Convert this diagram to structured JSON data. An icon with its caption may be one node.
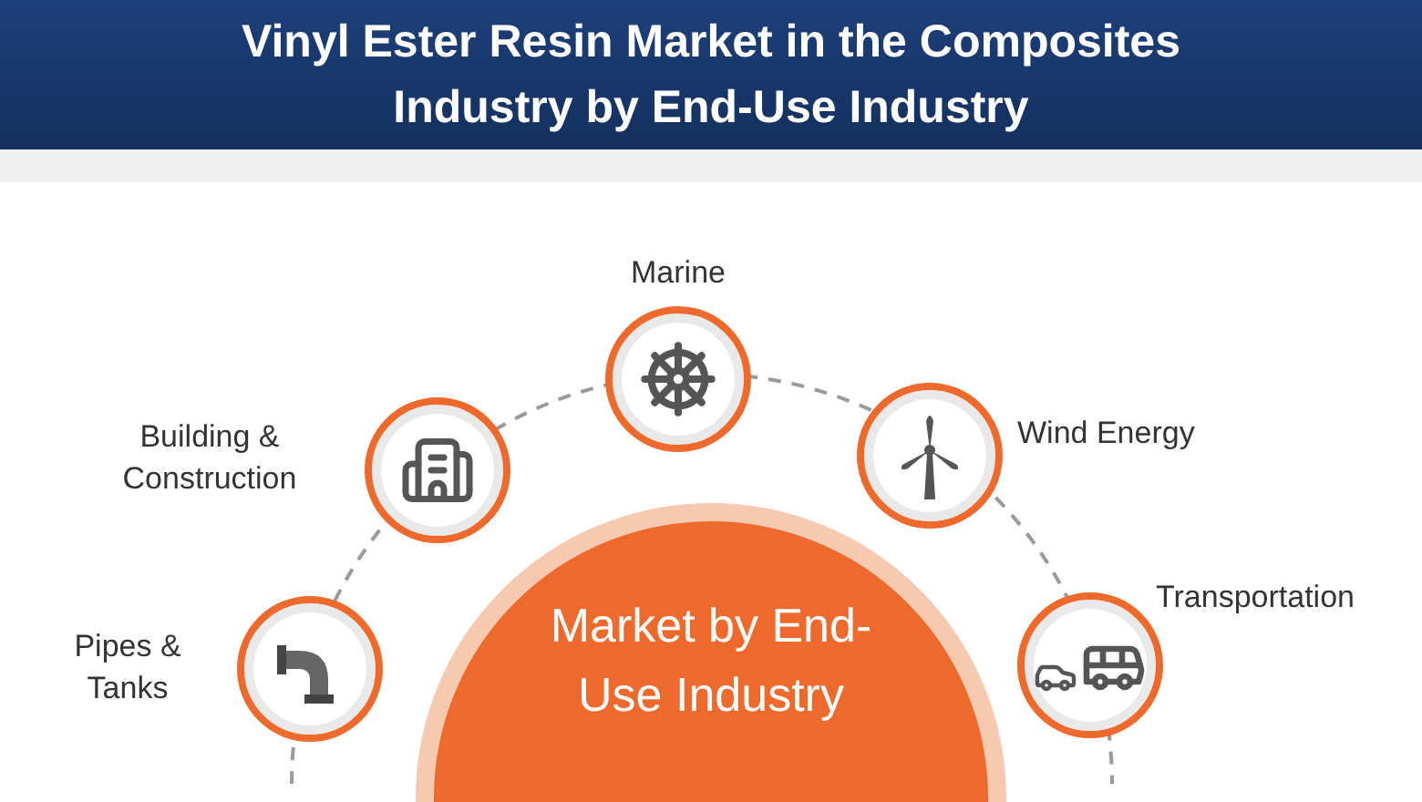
{
  "diagram": {
    "title": "Vinyl Ester Resin Market in the Composites Industry by End-Use Industry",
    "nodes": [
      {
        "text": [
          "Market by End-Use Industry"
        ]
      },
      {
        "text": [
          "Marine"
        ]
      },
      {
        "text": [
          "Building & Construction"
        ]
      },
      {
        "text": [
          "Wind Energy"
        ]
      },
      {
        "text": [
          "Pipes & Tanks"
        ]
      },
      {
        "text": [
          "Transportation"
        ]
      }
    ]
  }
}
